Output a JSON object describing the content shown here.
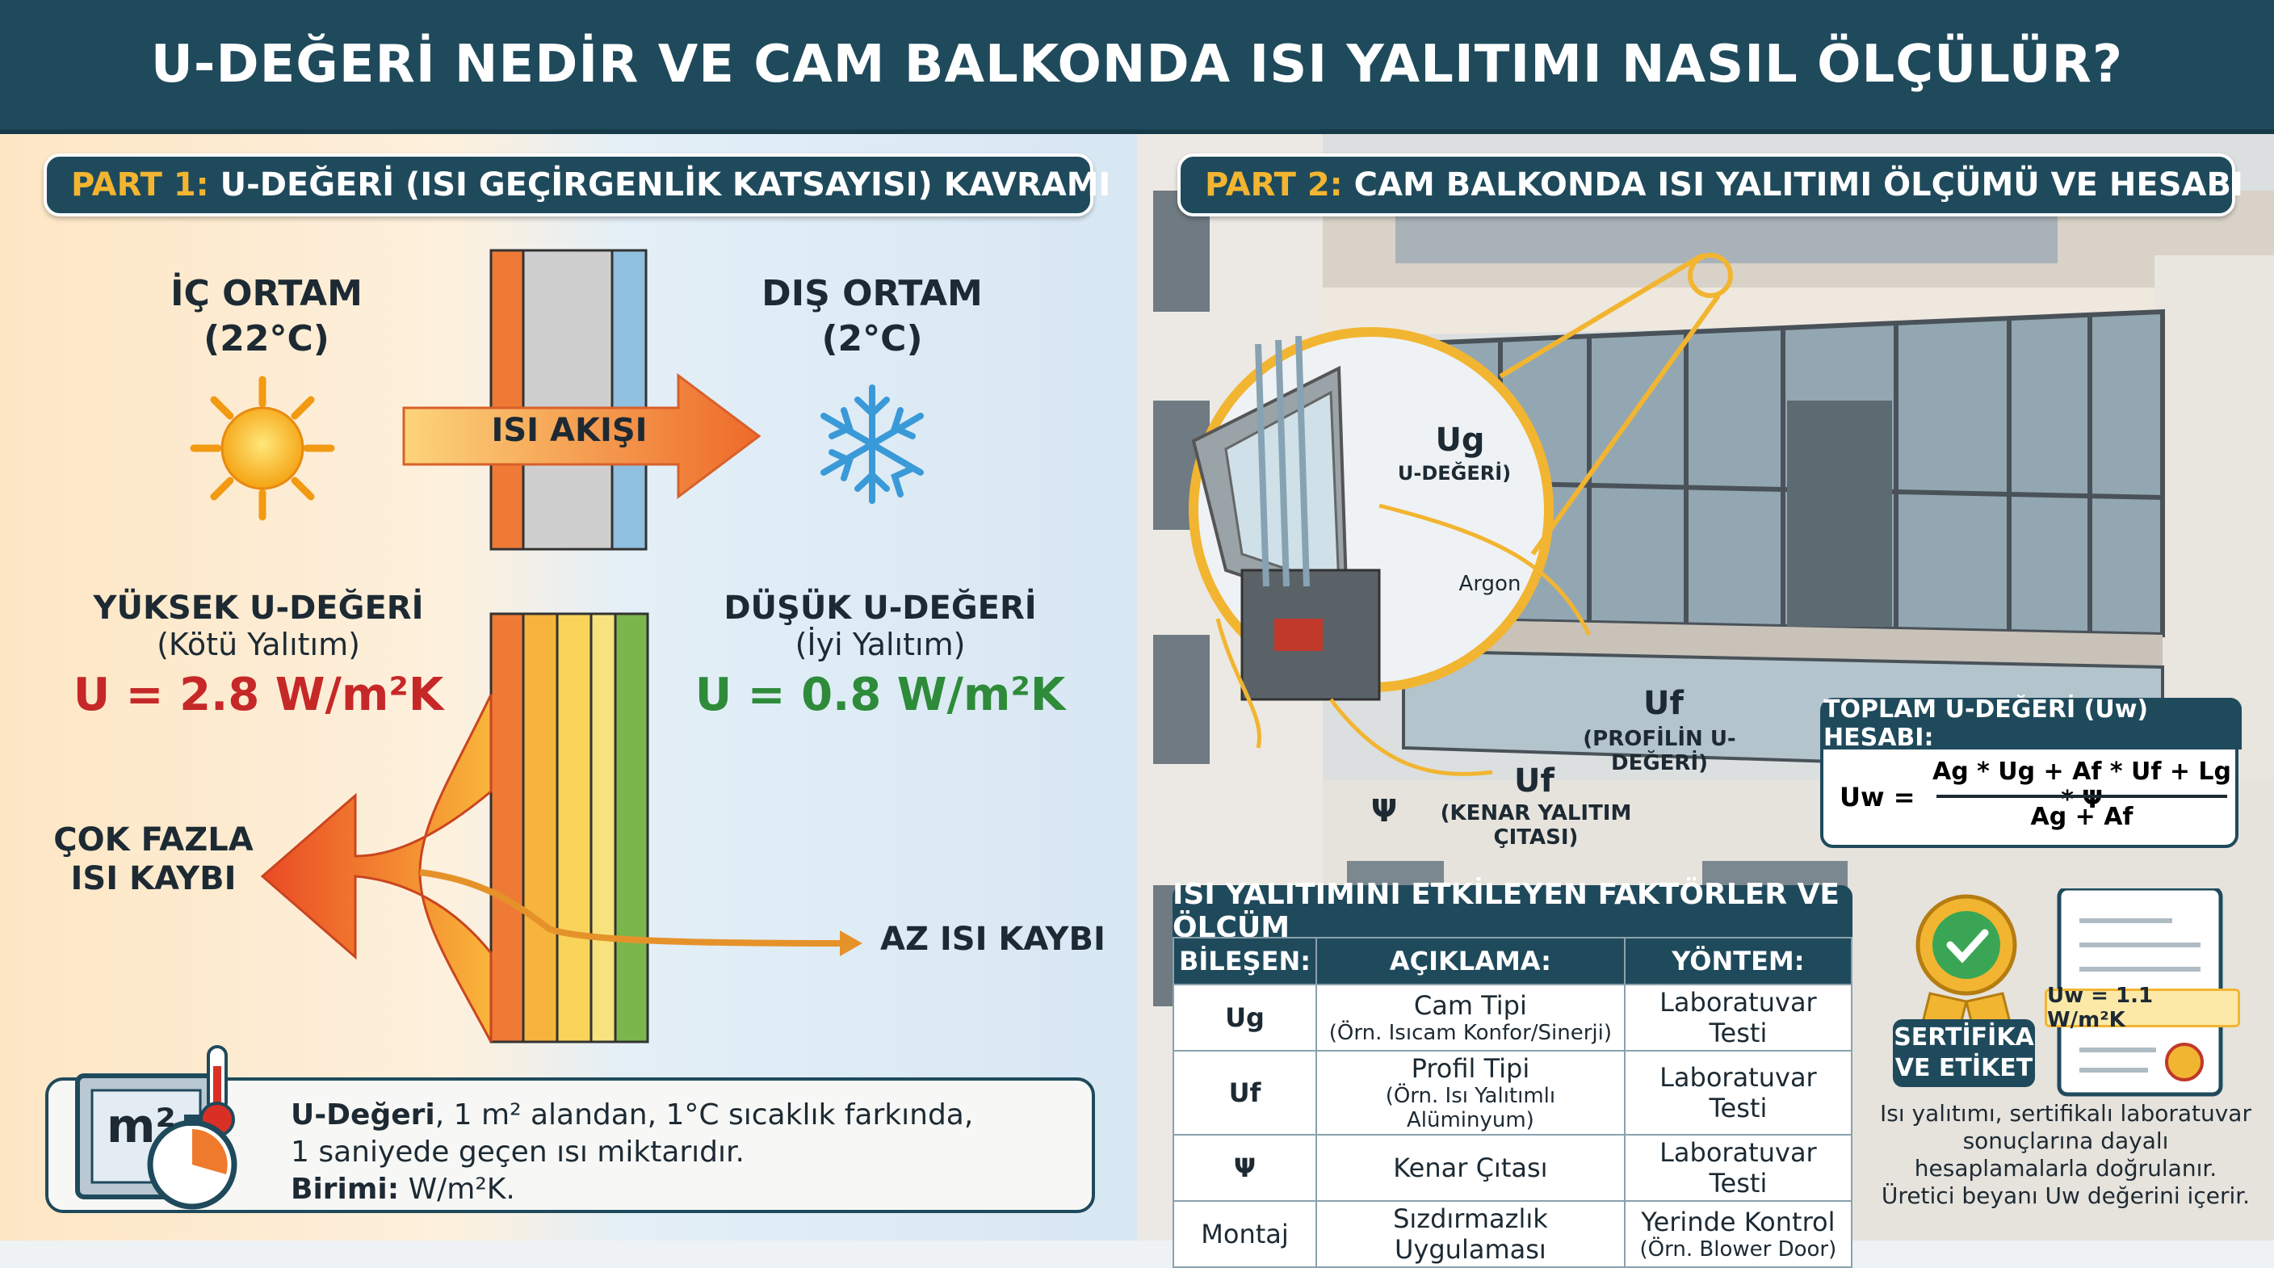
{
  "header": {
    "title": "U-DEĞERİ NEDİR VE CAM BALKONDA ISI YALITIMI NASIL ÖLÇÜLÜR?"
  },
  "part1": {
    "part_label": "PART 1:",
    "title": "U-DEĞERİ (ISI GEÇİRGENLİK KATSAYISI) KAVRAMI"
  },
  "part2": {
    "part_label": "PART 2:",
    "title": "CAM BALKONDA ISI YALITIMI ÖLÇÜMÜ VE HESABI"
  },
  "inside": {
    "label": "İÇ ORTAM",
    "temp": "(22°C)"
  },
  "outside": {
    "label": "DIŞ ORTAM",
    "temp": "(2°C)"
  },
  "heat_flow": "ISI AKIŞI",
  "high_u": {
    "title": "YÜKSEK U-DEĞERİ",
    "desc": "(Kötü Yalıtım)",
    "value": "U = 2.8 W/m²K"
  },
  "low_u": {
    "title": "DÜŞÜK U-DEĞERİ",
    "desc": "(İyi Yalıtım)",
    "value": "U = 0.8 W/m²K"
  },
  "heat_loss_high": {
    "line1": "ÇOK FAZLA",
    "line2": "ISI KAYBI"
  },
  "heat_loss_low": "AZ ISI KAYBI",
  "info": {
    "unit_icon": "m²",
    "term": "U-Değeri",
    "line1": ", 1 m² alandan, 1°C sıcaklık farkında,",
    "line2": "1 saniyede geçen ısı miktarıdır.",
    "unit_label": "Birimi:",
    "unit": " W/m²K."
  },
  "diagram": {
    "ug": "Ug",
    "ug_sub": "U-DEĞERİ)",
    "argon": "Argon",
    "uf": "Uf",
    "uf_sub": "(PROFİLİN U-DEĞERİ)",
    "uf2": "Uf",
    "psi": "Ψ",
    "psi_label": "(KENAR YALITIM ÇITASI)"
  },
  "formula": {
    "title": "TOPLAM U-DEĞERİ (Uw) HESABI:",
    "lhs": "Uw =",
    "numerator": "Ag * Ug + Af * Uf + Lg * Ψ",
    "denominator": "Ag + Af"
  },
  "table": {
    "title": "ISI YALITIMINI ETKİLEYEN FAKTÖRLER VE ÖLÇÜM",
    "headers": [
      "BİLEŞEN:",
      "AÇIKLAMA:",
      "YÖNTEM:"
    ],
    "rows": [
      {
        "c": "Ug",
        "d1": "Cam Tipi",
        "d2": "(Örn. Isıcam Konfor/Sinerji)",
        "m1": "Laboratuvar Testi",
        "m2": ""
      },
      {
        "c": "Uf",
        "d1": "Profil Tipi",
        "d2": "(Örn. Isı Yalıtımlı Alüminyum)",
        "m1": "Laboratuvar Testi",
        "m2": ""
      },
      {
        "c": "Ψ",
        "d1": "Kenar Çıtası",
        "d2": "",
        "m1": "Laboratuvar Testi",
        "m2": ""
      },
      {
        "c": "Montaj",
        "d1": "Sızdırmazlık Uygulaması",
        "d2": "",
        "m1": "Yerinde Kontrol",
        "m2": "(Örn. Blower Door)"
      }
    ]
  },
  "cert": {
    "badge": "SERTİFİKA",
    "badge2": "VE ETİKET",
    "doc_value": "Uw = 1.1 W/m²K",
    "note": [
      "Isı yalıtımı, sertifikalı laboratuvar",
      "sonuçlarına dayalı",
      "hesaplamalarla doğrulanır.",
      "Üretici beyanı Uw değerini içerir."
    ]
  },
  "colors": {
    "header": "#1f4a5c",
    "accent": "#f2b531",
    "high": "#c62828",
    "low": "#2e8b3a"
  }
}
